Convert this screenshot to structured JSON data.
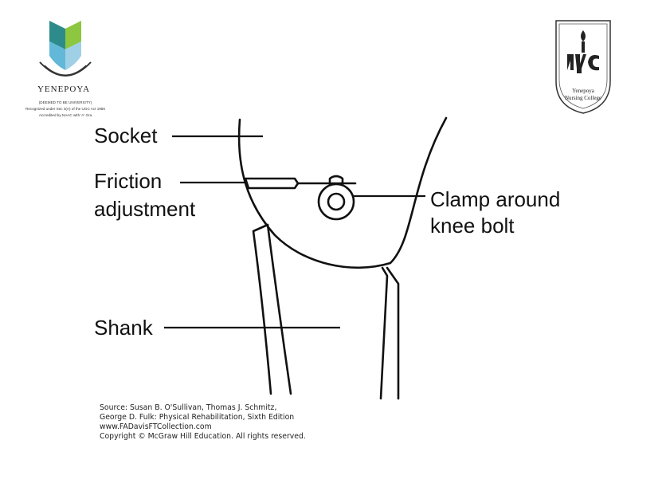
{
  "labels": {
    "socket": "Socket",
    "friction_line1": "Friction",
    "friction_line2": "adjustment",
    "clamp_line1": "Clamp around",
    "clamp_line2": "knee bolt",
    "shank": "Shank"
  },
  "source": {
    "line1": "Source: Susan B. O'Sullivan, Thomas J. Schmitz,",
    "line2": "George D. Fulk: Physical Rehabilitation, Sixth Edition",
    "line3": "www.FADavisFTCollection.com",
    "line4": "Copyright © McGraw Hill Education. All rights reserved."
  },
  "logos": {
    "left": {
      "name": "YENEPOYA",
      "line1": "(DEEMED TO BE UNIVERSITY)",
      "line2": "Recognized under Sec 3(A) of the UGC Act 1956",
      "line3": "Accredited by NAAC with 'A' Gra"
    },
    "right": {
      "name_line1": "Yenepoya",
      "name_line2": "Nursing College"
    }
  }
}
